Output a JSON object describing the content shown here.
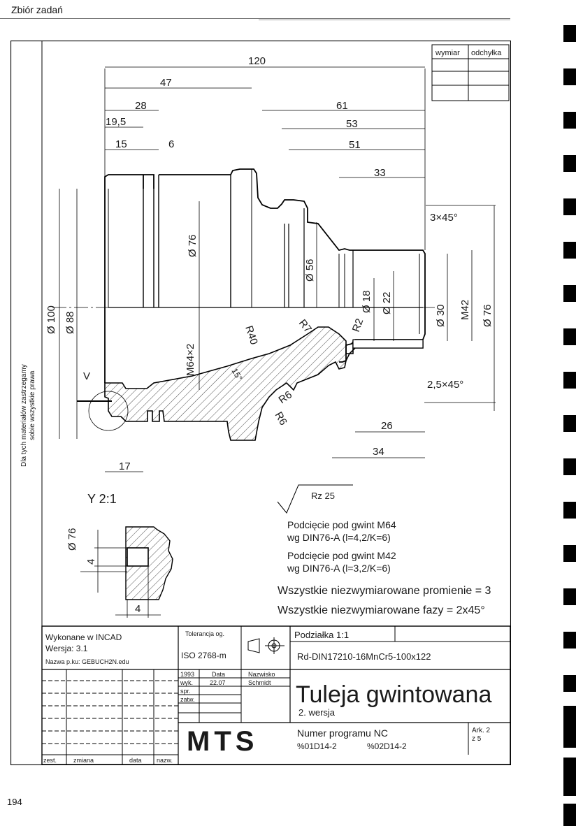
{
  "header": {
    "section_title": "Zbiór zadań",
    "page_number": "194"
  },
  "sidebar": {
    "line1": "Dla tych materiałów zastrzegamy",
    "line2": "sobie wszystkie prawa"
  },
  "tolerance_box": {
    "col1": "wymiar",
    "col2": "odchyłka"
  },
  "dims": {
    "d120": "120",
    "d47": "47",
    "d28": "28",
    "d19_5": "19,5",
    "d15": "15",
    "d6": "6",
    "d61": "61",
    "d53": "53",
    "d51": "51",
    "d33": "33",
    "chamfer1": "3×45°",
    "chamfer2": "2,5×45°",
    "dia100": "Ø 100",
    "dia88": "Ø 88",
    "dia76a": "Ø 76",
    "dia56": "Ø 56",
    "dia18": "Ø 18",
    "dia22": "Ø 22",
    "dia30": "Ø 30",
    "m42": "M42",
    "dia76b": "Ø 76",
    "m64": "M64×2",
    "r40": "R40",
    "r7": "R7",
    "r2": "R2",
    "r6a": "R6",
    "r6b": "R6",
    "angle": "15°",
    "d26": "26",
    "d34": "34",
    "d17": "17",
    "view_v": "V"
  },
  "detail": {
    "title": "Y 2:1",
    "dia76": "Ø 76",
    "d4a": "4",
    "d4b": "4"
  },
  "notes": {
    "roughness": "Rz 25",
    "n1": "Podcięcie pod gwint M64",
    "n2": "wg DIN76-A  (l=4,2/K=6)",
    "n3": "Podcięcie pod gwint M42",
    "n4": "wg DIN76-A  (l=3,2/K=6)",
    "n5": "Wszystkie niezwymiarowane promienie = 3",
    "n6": "Wszystkie niezwymiarowane fazy = 2x45°"
  },
  "title_block": {
    "made_in": "Wykonane w INCAD",
    "version": "Wersja: 3.1",
    "file": "Nazwa p.ku: GEBUCH2N.edu",
    "tolerance_label": "Tolerancja og.",
    "tolerance_value": "ISO 2768-m",
    "scale": "Podziałka 1:1",
    "material": "Rd-DIN17210-16MnCr5-100x122",
    "year": "1993",
    "data_label": "Data",
    "name_label": "Nazwisko",
    "wyk_label": "wyk.",
    "wyk_date": "22.07",
    "wyk_name": "Schmidt",
    "spr_label": "spr.",
    "zatw_label": "zatw.",
    "part_title": "Tuleja gwintowana",
    "part_sub": "2. wersja",
    "logo": "MTS",
    "program_label": "Numer programu NC",
    "program_1": "%01D14-2",
    "program_2": "%02D14-2",
    "sheet_label": "Ark. 2",
    "sheet_count": "z 5",
    "rev_zest": "zest.",
    "rev_zmiana": "zmiana",
    "rev_data": "data",
    "rev_nazw": "nazw."
  }
}
